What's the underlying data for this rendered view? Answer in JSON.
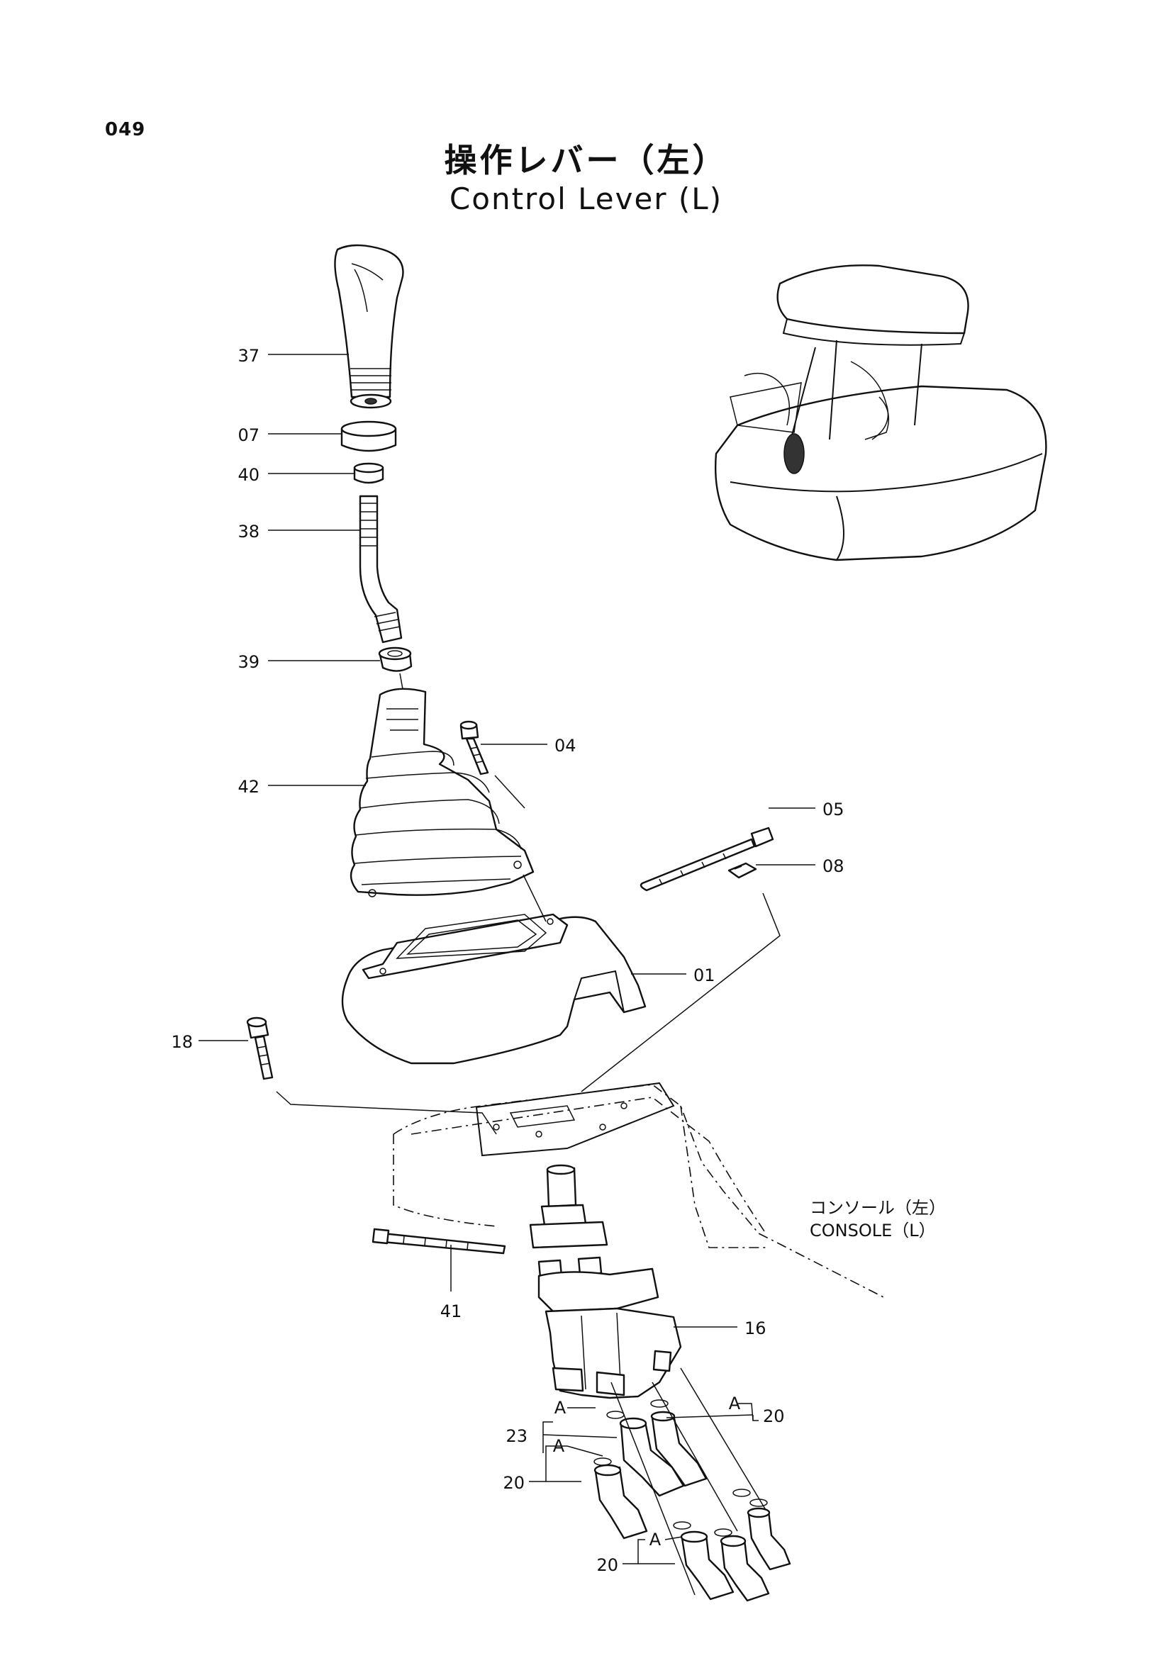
{
  "page_number": "049",
  "title_jp": "操作レバー（左）",
  "title_en": "Control Lever (L)",
  "console_label_jp": "コンソール（左）",
  "console_label_en": "CONSOLE（L）",
  "part_labels": {
    "p37": "37",
    "p07": "07",
    "p40": "40",
    "p38": "38",
    "p39": "39",
    "p42": "42",
    "p04": "04",
    "p05": "05",
    "p08": "08",
    "p01": "01",
    "p18": "18",
    "p41": "41",
    "p16": "16",
    "p23": "23",
    "p20a": "20",
    "p20b": "20",
    "p20c": "20",
    "a1": "A",
    "a2": "A",
    "a3": "A",
    "a4": "A"
  }
}
